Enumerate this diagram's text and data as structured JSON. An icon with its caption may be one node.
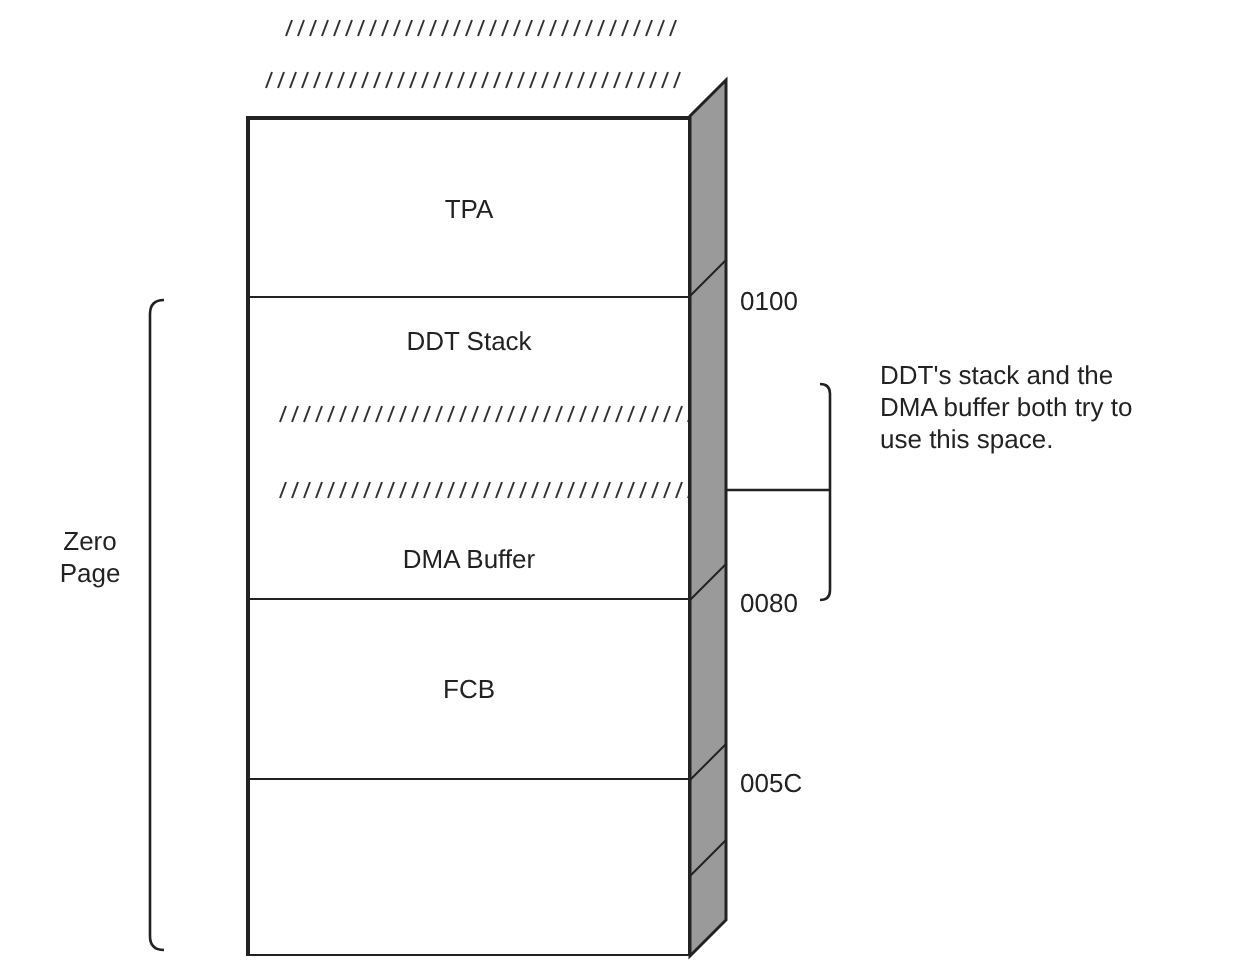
{
  "diagram": {
    "nodes": [
      {
        "text": [
          "TPA"
        ]
      },
      {
        "text": [
          "DDT Stack"
        ]
      },
      {
        "text": [
          "DMA Buffer"
        ]
      },
      {
        "text": [
          "FCB"
        ]
      },
      {
        "text": [],
        "shape": "box"
      }
    ],
    "labels": [
      "0100",
      "DDT's stack and the DMA buffer both try to use this space.",
      "Zero Page",
      "0080",
      "005C"
    ]
  }
}
